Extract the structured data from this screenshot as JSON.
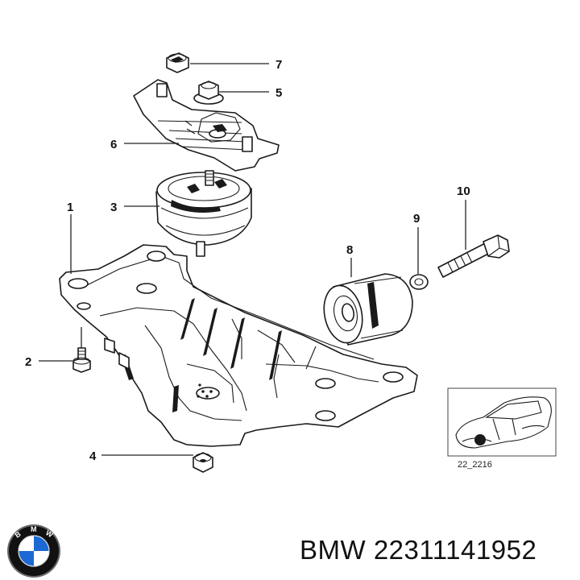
{
  "callouts": [
    "1",
    "2",
    "3",
    "4",
    "5",
    "6",
    "7",
    "8",
    "9",
    "10"
  ],
  "thumbnail": {
    "caption": "22_2216"
  },
  "footer": {
    "brand": "BMW",
    "part_number": "22311141952",
    "text": "BMW 22311141952"
  },
  "logo": {
    "text": "BMW",
    "colors": {
      "blue": "#1c69d4",
      "white": "#ffffff",
      "black": "#111111"
    }
  }
}
